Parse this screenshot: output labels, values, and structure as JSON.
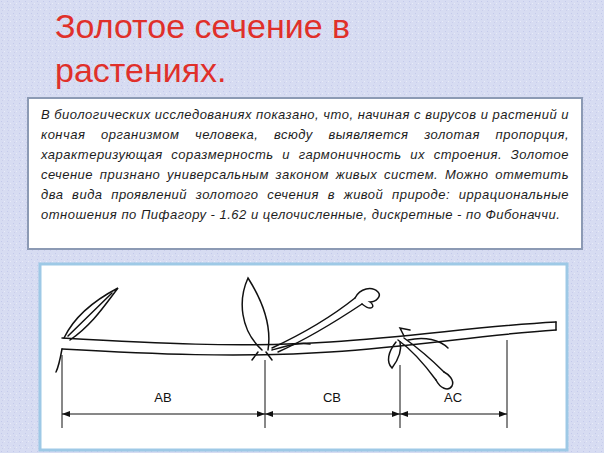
{
  "diagram": {
    "title": "Золотое сечение в растениях.",
    "nodes": [
      {
        "text": [
          "В биологических исследованиях показано, что, начиная с вирусов и растений и кончая организмом человека, всюду выявляется золотая пропорция, характеризующая соразмерность и гармоничность их строения. Золотое сечение признано универсальным законом живых систем. Можно отметить два вида проявлений золотого сечения в живой природе: иррациональные отношения по Пифагору - 1.62 и целочисленные, дискретные - по Фибоначчи."
        ]
      }
    ],
    "labels": [
      "AB",
      "CB",
      "AC"
    ]
  }
}
